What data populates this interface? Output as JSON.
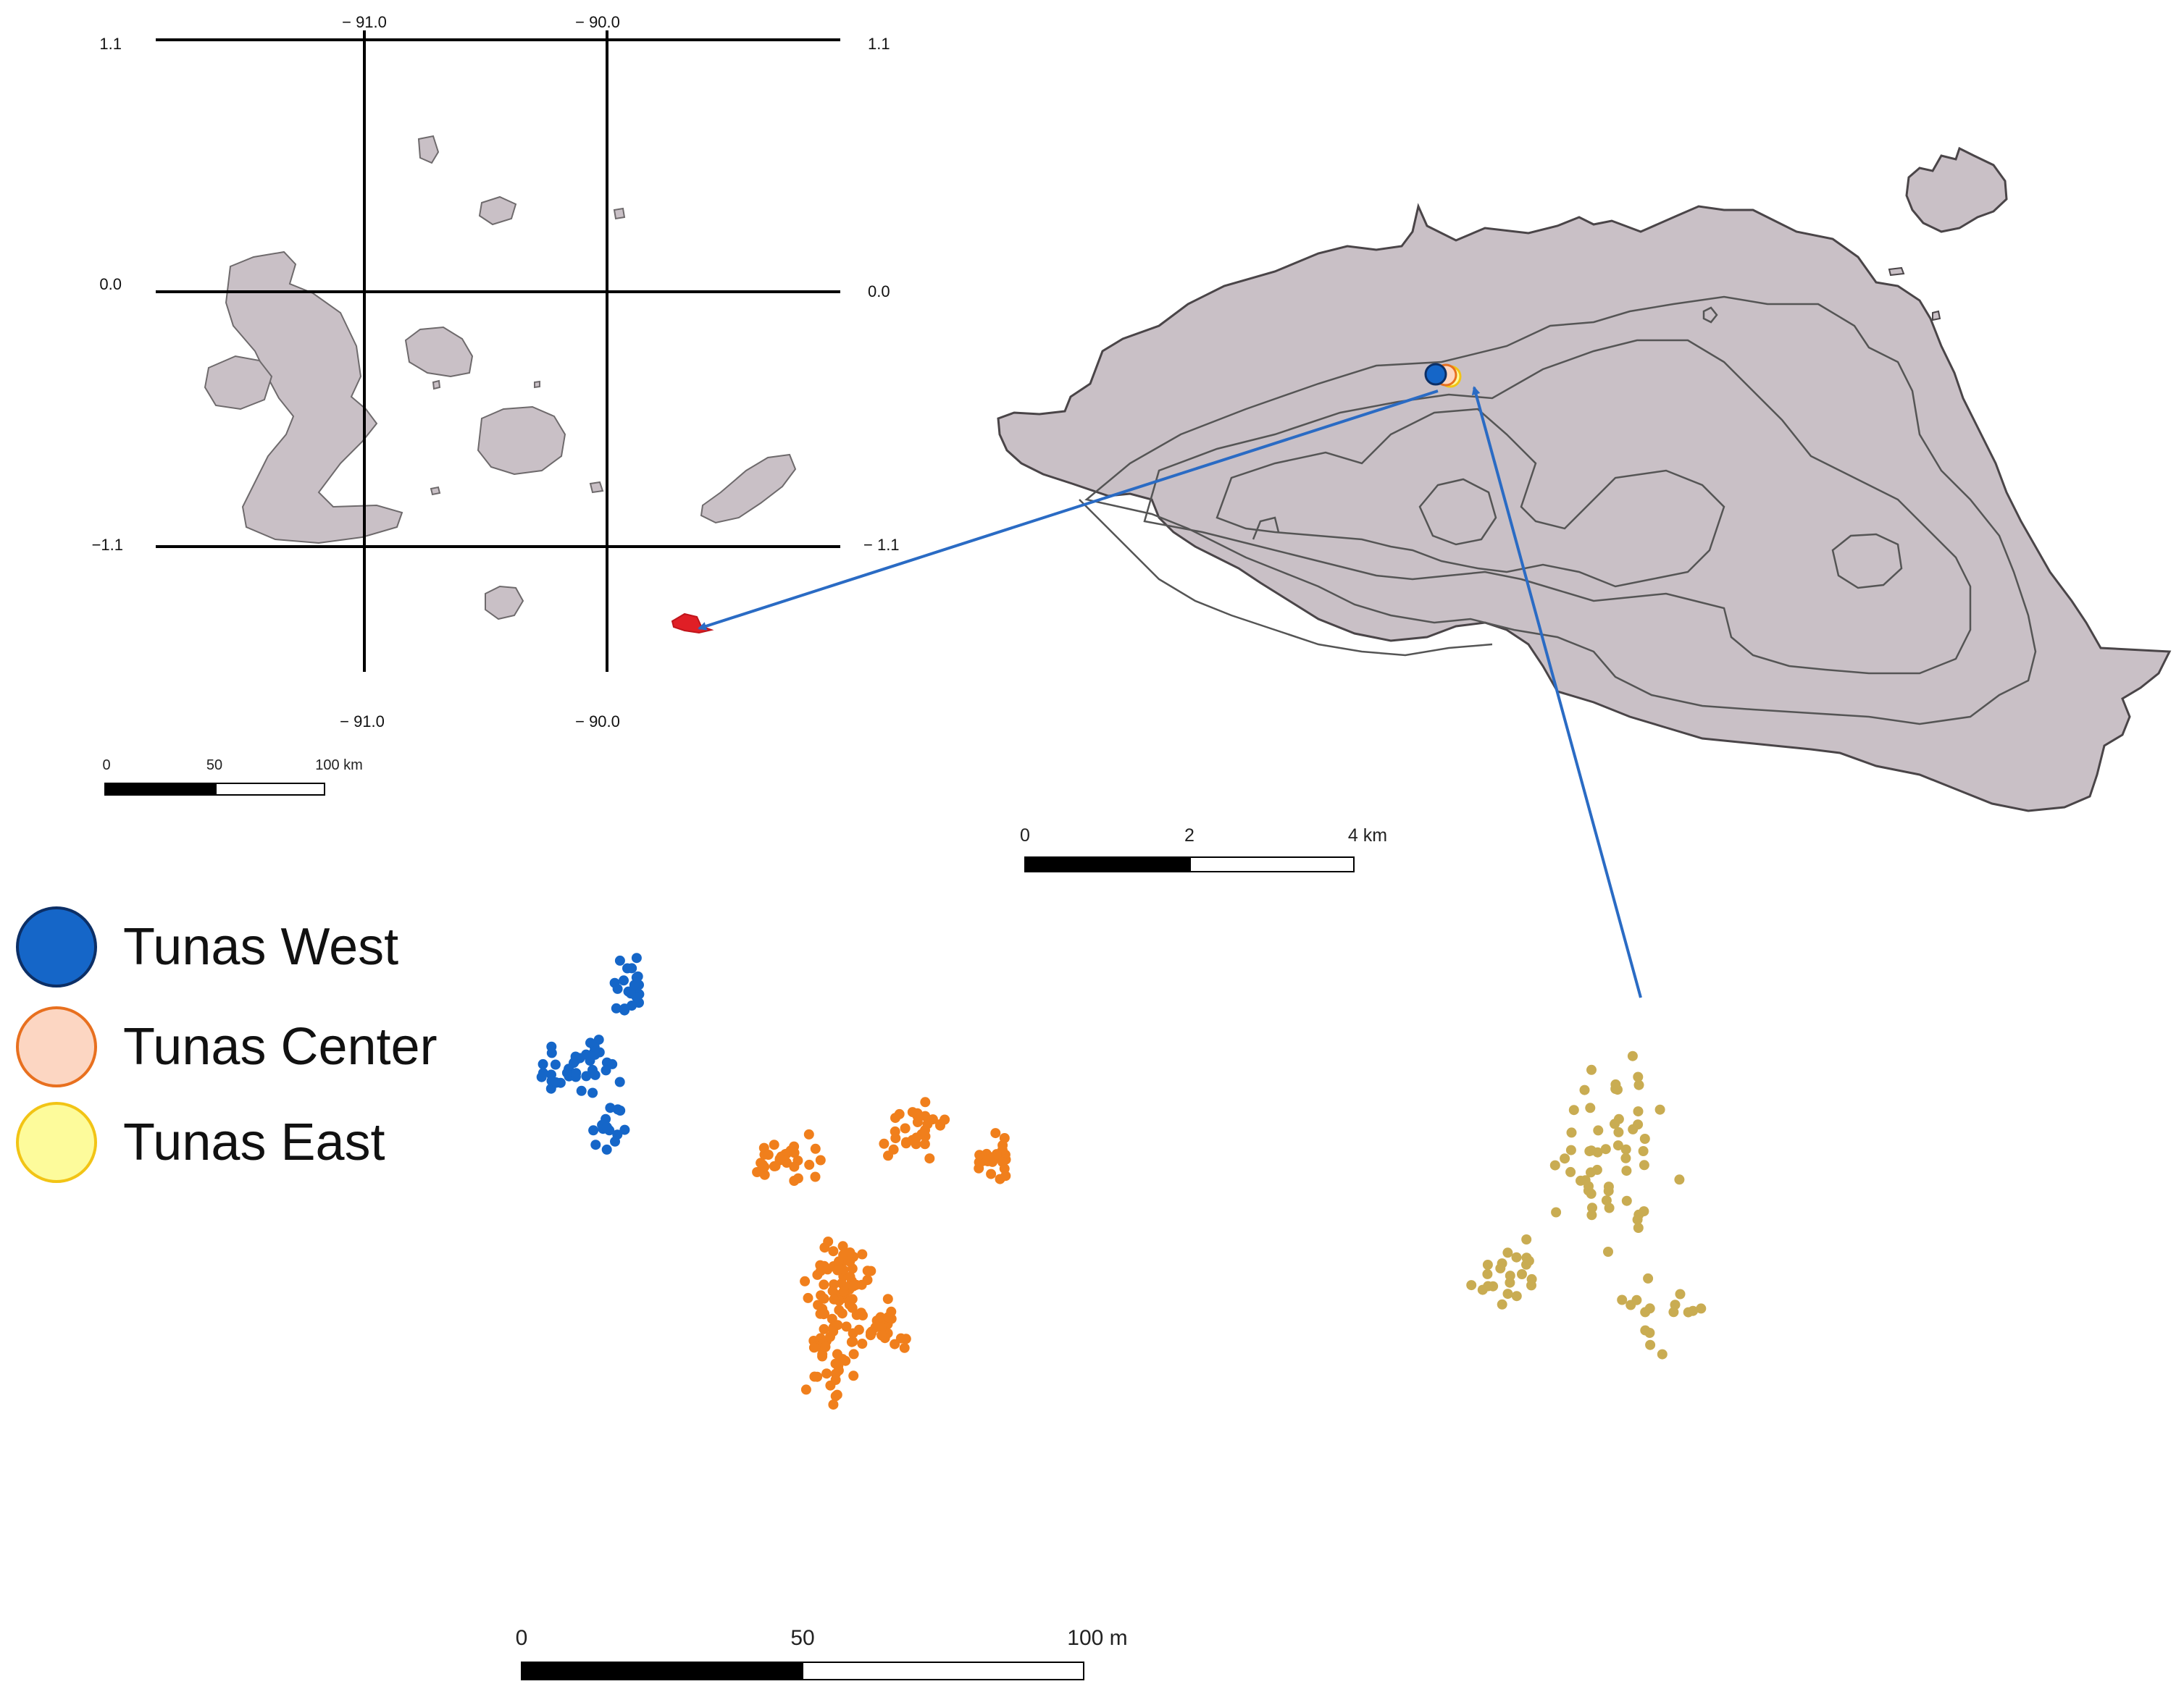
{
  "overview_map": {
    "longitude_labels": [
      "− 91.0",
      "− 90.0"
    ],
    "latitude_labels_left": [
      "1.1",
      "0.0",
      "−1.1"
    ],
    "latitude_labels_right": [
      "1.1",
      "0.0",
      "− 1.1"
    ],
    "highlight_color": "#e01f26",
    "scale_bar": {
      "labels": [
        "0",
        "50",
        "100 km"
      ]
    }
  },
  "island_map": {
    "fill_color": "#c9c0c6",
    "scale_bar": {
      "labels": [
        "0",
        "2",
        "4 km"
      ]
    }
  },
  "points_plot": {
    "scale_bar": {
      "labels": [
        "0",
        "50",
        "100 m"
      ]
    }
  },
  "legend": [
    {
      "label": "Tunas West",
      "fill": "#1566c8",
      "stroke": "#0c2f66"
    },
    {
      "label": "Tunas Center",
      "fill": "#fcd6c2",
      "stroke": "#e8701f"
    },
    {
      "label": "Tunas East",
      "fill": "#fdfb9b",
      "stroke": "#f2c415"
    }
  ],
  "colors": {
    "arrow": "#2a6bc4",
    "west_points": "#1566c8",
    "center_points": "#f07f1c",
    "east_points": "#c9ac52",
    "land": "#c9c0c6"
  }
}
